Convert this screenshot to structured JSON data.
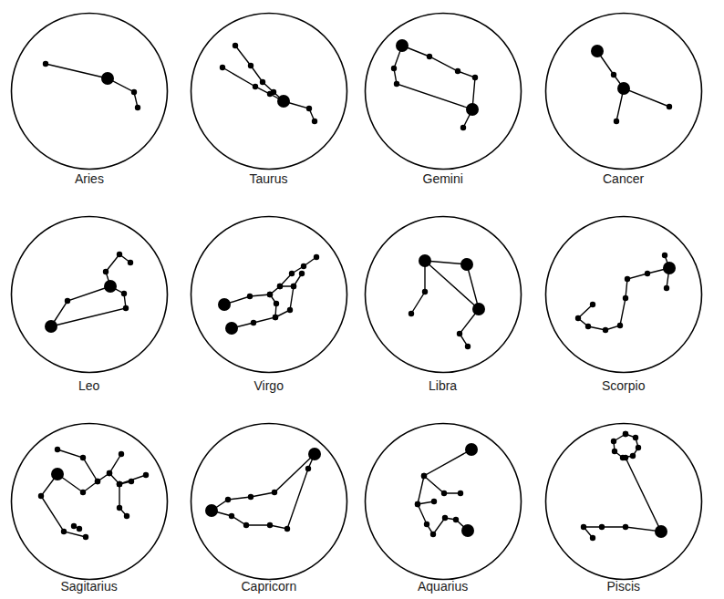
{
  "diagram": {
    "nodes": [
      {
        "text": [
          "Aries"
        ]
      },
      {
        "text": [
          "Taurus"
        ]
      },
      {
        "text": [
          "Gemini"
        ]
      },
      {
        "text": [
          "Cancer"
        ]
      },
      {
        "text": [
          "Leo"
        ]
      },
      {
        "text": [
          "Virgo"
        ]
      },
      {
        "text": [
          "Libra"
        ]
      },
      {
        "text": [
          "Scorpio"
        ]
      },
      {
        "text": [
          "Sagitarius"
        ]
      },
      {
        "text": [
          "Capricorn"
        ]
      },
      {
        "text": [
          "Aquarius"
        ]
      },
      {
        "text": [
          "Piscis"
        ]
      }
    ]
  }
}
